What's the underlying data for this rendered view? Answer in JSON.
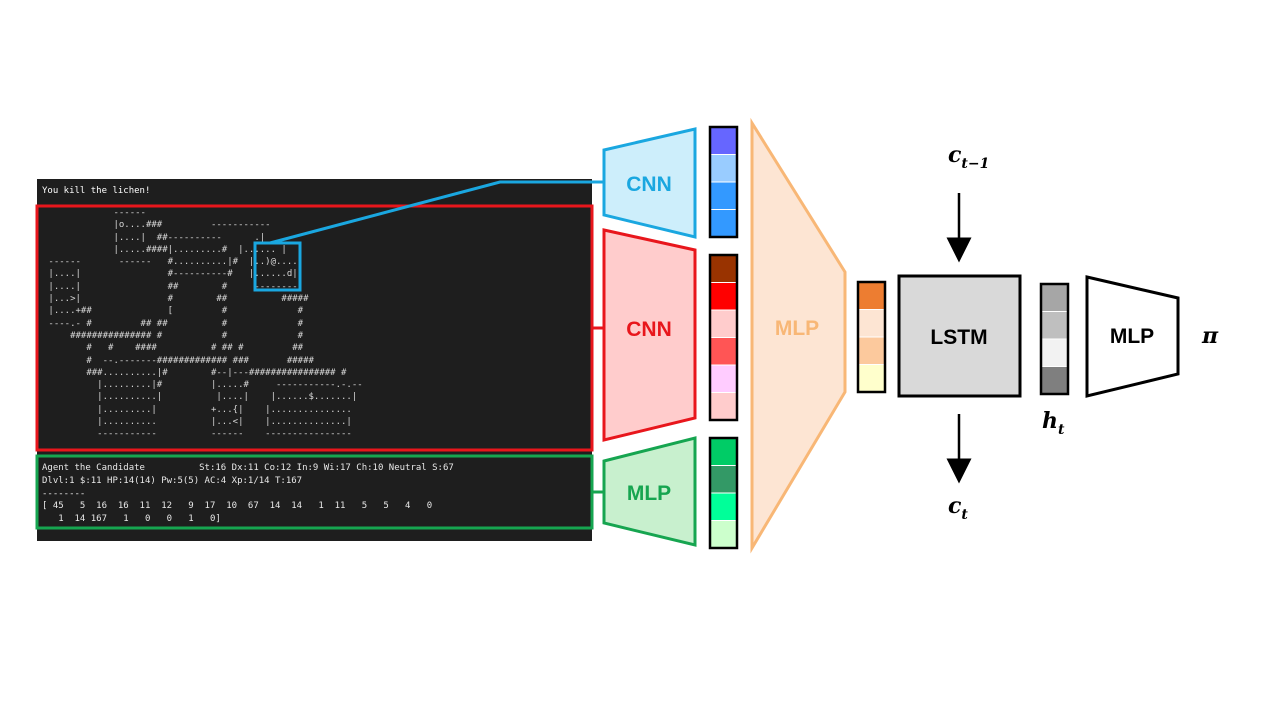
{
  "terminal": {
    "message": "You kill the lichen!",
    "map_lines": [
      "             ------",
      "             |o....###         -----------",
      "             |....|  ##----------      .|",
      "             |.....####|.........#  |...... |",
      " ------       ------   #..........|#  |..)@....|",
      " |....|                #----------#   |......d|",
      " |....|                ##        #     ---------",
      " |...>|                #        ##          #####",
      " |....+##              [         #             #",
      " ----.- #         ## ##          #             #",
      "     ############### #           #             #",
      "        #   #    ####          # ## #         ##",
      "        #  --.-------############# ###       #####",
      "        ###..........|#        #--|---################ #",
      "          |.........|#         |.....#     -----------.-.--",
      "          |..........|          |....|    |......$.......|",
      "          |.........|          +...{|    |...............",
      "          |..........          |...<|    |..............|",
      "          -----------          ------    ----------------"
    ],
    "status_line1": "Agent the Candidate          St:16 Dx:11 Co:12 In:9 Wi:17 Ch:10 Neutral S:67",
    "status_line2": "Dlvl:1 $:11 HP:14(14) Pw:5(5) AC:4 Xp:1/14 T:167",
    "status_sep": "--------",
    "vector_line1": "[ 45   5  16  16  11  12   9  17  10  67  14  14   1  11   5   5   4   0",
    "vector_line2": "   1  14 167   1   0   0   1   0]"
  },
  "encoders": {
    "crop_cnn": "CNN",
    "map_cnn": "CNN",
    "stats_mlp": "MLP",
    "fusion_mlp": "MLP",
    "lstm": "LSTM",
    "policy_mlp": "MLP"
  },
  "symbols": {
    "c_prev_base": "c",
    "c_prev_sub": "t−1",
    "c_next_base": "c",
    "c_next_sub": "t",
    "h_base": "h",
    "h_sub": "t",
    "policy": "π"
  },
  "colors": {
    "cyan": "#1aa7e0",
    "red": "#e8161c",
    "green": "#16a550",
    "orange": "#f8b776",
    "crop_vec": [
      "#6666ff",
      "#99ccff",
      "#3399ff",
      "#3399ff"
    ],
    "map_vec": [
      "#993300",
      "#ff0000",
      "#ffcccc",
      "#ff5555",
      "#ffccff",
      "#ffcccc"
    ],
    "stats_vec": [
      "#00cc66",
      "#339966",
      "#00ff99",
      "#ccffcc"
    ],
    "fused_vec": [
      "#ed7d31",
      "#fde5d3",
      "#fcc99d",
      "#ffffcc"
    ],
    "hidden_vec": [
      "#a6a6a6",
      "#bfbfbf",
      "#f2f2f2",
      "#7f7f7f"
    ]
  }
}
